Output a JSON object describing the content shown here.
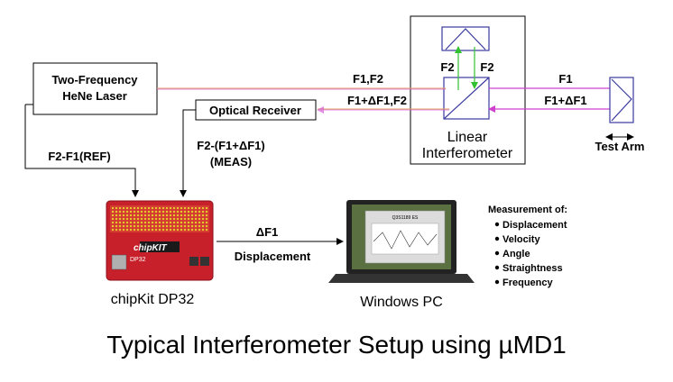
{
  "laser": {
    "line1": "Two-Frequency",
    "line2": "HeNe Laser"
  },
  "receiver": {
    "label": "Optical Receiver"
  },
  "interferometer": {
    "line1": "Linear",
    "line2": "Interferometer",
    "f2_left": "F2",
    "f2_right": "F2"
  },
  "beams": {
    "out_label": "F1,F2",
    "return_label": "F1+ΔF1,F2",
    "test_out": "F1",
    "test_return": "F1+ΔF1"
  },
  "test_arm": {
    "label": "Test Arm"
  },
  "ref_signal": {
    "label": "F2-F1(REF)"
  },
  "meas_signal": {
    "line1": "F2-(F1+ΔF1)",
    "line2": "(MEAS)"
  },
  "chipkit": {
    "label": "chipKit DP32",
    "board_text": "chipKIT",
    "board_sub": "DP32"
  },
  "link": {
    "top": "ΔF1",
    "bottom": "Displacement"
  },
  "pc": {
    "label": "Windows PC",
    "screen_title": "Q3S1189 ES"
  },
  "measurements": {
    "heading": "Measurement of:",
    "items": [
      "Displacement",
      "Velocity",
      "Angle",
      "Straightness",
      "Frequency"
    ]
  },
  "caption": "Typical Interferometer Setup using µMD1",
  "colors": {
    "f1_beam": "#d040d0",
    "f2_beam": "#e0a060",
    "f2_ref_beam": "#30c030",
    "board": "#c8202a",
    "board_dots": "#e8c830"
  }
}
